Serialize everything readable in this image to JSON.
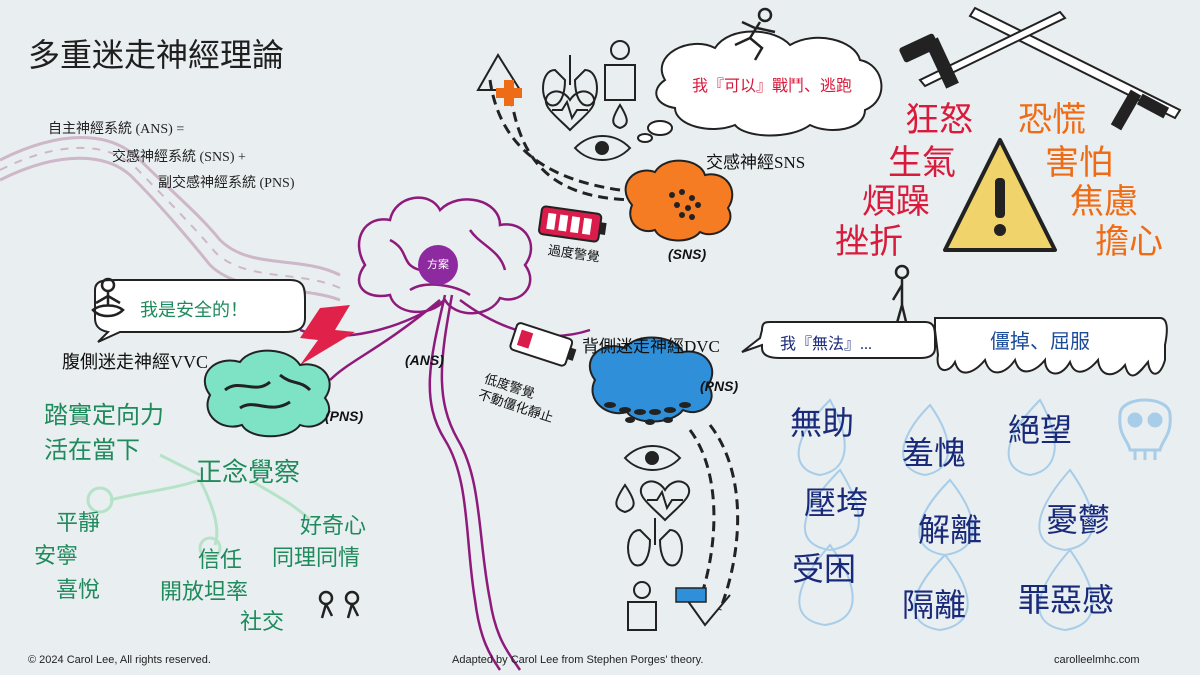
{
  "title": "多重迷走神經理論",
  "ans_definition": {
    "line1": "自主神經系統 (ANS) =",
    "line2": "交感神經系統 (SNS) +",
    "line3": "副交感神經系統 (PNS)"
  },
  "brain_logo": "方案",
  "labels": {
    "ans": "(ANS)",
    "pns_vvc": "(PNS)",
    "pns_dvc": "(PNS)",
    "sns": "(SNS)",
    "sns_title": "交感神經SNS",
    "vvc_title": "腹側迷走神經VVC",
    "dvc_title": "背側迷走神經DVC",
    "hyper_alert": "過度警覺",
    "hypo_alert_line1": "低度警覺",
    "hypo_alert_line2": "不動僵化靜止"
  },
  "bubbles": {
    "vvc": "我是安全的！",
    "sns": "我『可以』戰鬥、逃跑",
    "dvc": "我『無法』...",
    "freeze": "僵掉、屈服"
  },
  "vvc_words": {
    "w1": "踏實定向力",
    "w2": "活在當下",
    "center": "正念覺察",
    "w3": "平靜",
    "w4": "安寧",
    "w5": "喜悅",
    "w6": "信任",
    "w7": "開放坦率",
    "w8": "社交",
    "w9": "好奇心",
    "w10": "同理同情"
  },
  "sns_words": {
    "red": [
      "狂怒",
      "生氣",
      "煩躁",
      "挫折"
    ],
    "orange": [
      "恐慌",
      "害怕",
      "焦慮",
      "擔心"
    ]
  },
  "dvc_words": [
    "無助",
    "羞愧",
    "絕望",
    "壓垮",
    "解離",
    "憂鬱",
    "受困",
    "隔離",
    "罪惡感"
  ],
  "footer": {
    "left": "© 2024 Carol Lee, All rights reserved.",
    "center": "Adapted by Carol Lee from Stephen Porges' theory.",
    "right": "carolleelmhc.com"
  },
  "colors": {
    "green": "#1f8a5c",
    "red": "#d81b3c",
    "orange": "#ef6c16",
    "navy": "#1a2a7a",
    "purple": "#8e1a7c",
    "sns_brain": "#f57c22",
    "vvc_brain": "#7ee2c4",
    "dvc_brain": "#2f8fd8",
    "battery_red": "#d91c4a",
    "bolt_red": "#e0224a"
  },
  "icons": [
    "brain-icon",
    "lungs-icon",
    "heart-icon",
    "eye-icon",
    "drop-icon",
    "stomach-icon",
    "battery-icon",
    "bolt-icon",
    "warning-icon",
    "swords-icon",
    "skull-icon",
    "running-person-icon",
    "standing-person-icon",
    "meditating-person-icon",
    "people-icon",
    "arrow-up-icon",
    "arrow-down-icon"
  ]
}
